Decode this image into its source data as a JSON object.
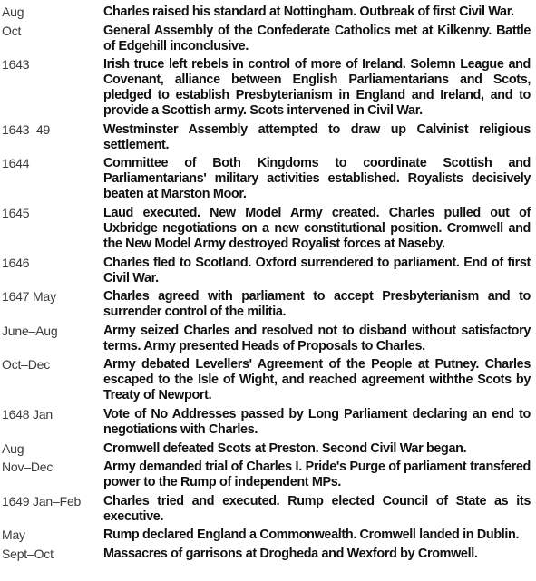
{
  "entries": [
    {
      "date": "Aug",
      "text": "Charles raised his standard at Nottingham. Outbreak of first Civil War."
    },
    {
      "date": "Oct",
      "text": "General Assembly of the Confederate Catholics met at Kilkenny. Battle of Edgehill inconclusive."
    },
    {
      "date": "1643",
      "text": "Irish truce left rebels in control of more of Ireland. Solemn League and Covenant, alliance between English Parliamentarians and Scots, pledged to establish Presbyterianism in England and Ireland, and to provide a Scottish army. Scots intervened in Civil War."
    },
    {
      "date": "1643–49",
      "text": "Westminster Assembly attempted to draw up Calvinist religious settlement."
    },
    {
      "date": "1644",
      "text": "Committee of Both Kingdoms to coordinate Scottish and Parliamentarians' military activities established. Royalists decisively beaten at Marston Moor."
    },
    {
      "date": "1645",
      "text": "Laud executed. New Model Army created. Charles pulled out of Uxbridge negotiations on a new constitutional position. Cromwell and the New Model Army destroyed Royalist forces at Naseby."
    },
    {
      "date": "1646",
      "text": "Charles fled to Scotland. Oxford surrendered to parliament. End of first Civil War."
    },
    {
      "date": "1647 May",
      "text": "Charles agreed with parliament to accept Presbyterianism and to surrender control of the militia."
    },
    {
      "date": "June–Aug",
      "text": "Army seized Charles and resolved not to disband without satisfactory terms. Army presented Heads of Proposals to Charles."
    },
    {
      "date": "Oct–Dec",
      "text": "Army debated Levellers' Agreement of the People at Putney. Charles escaped to the Isle of Wight, and reached agreement withthe Scots by Treaty of Newport."
    },
    {
      "date": "1648 Jan",
      "text": "Vote of No Addresses passed by Long Parliament declaring an end to negotiations with Charles."
    },
    {
      "date": "Aug",
      "text": "Cromwell defeated Scots at Preston. Second Civil War began."
    },
    {
      "date": "Nov–Dec",
      "text": "Army demanded trial of Charles I. Pride's Purge of parliament transfered power to the Rump of independent MPs."
    },
    {
      "date": "1649 Jan–Feb",
      "text": "Charles tried and executed. Rump elected Council of State as its executive."
    },
    {
      "date": "May",
      "text": "Rump declared England a Commonwealth. Cromwell landed in Dublin."
    },
    {
      "date": "Sept–Oct",
      "text": "Massacres of garrisons at Drogheda and Wexford by Cromwell."
    }
  ]
}
